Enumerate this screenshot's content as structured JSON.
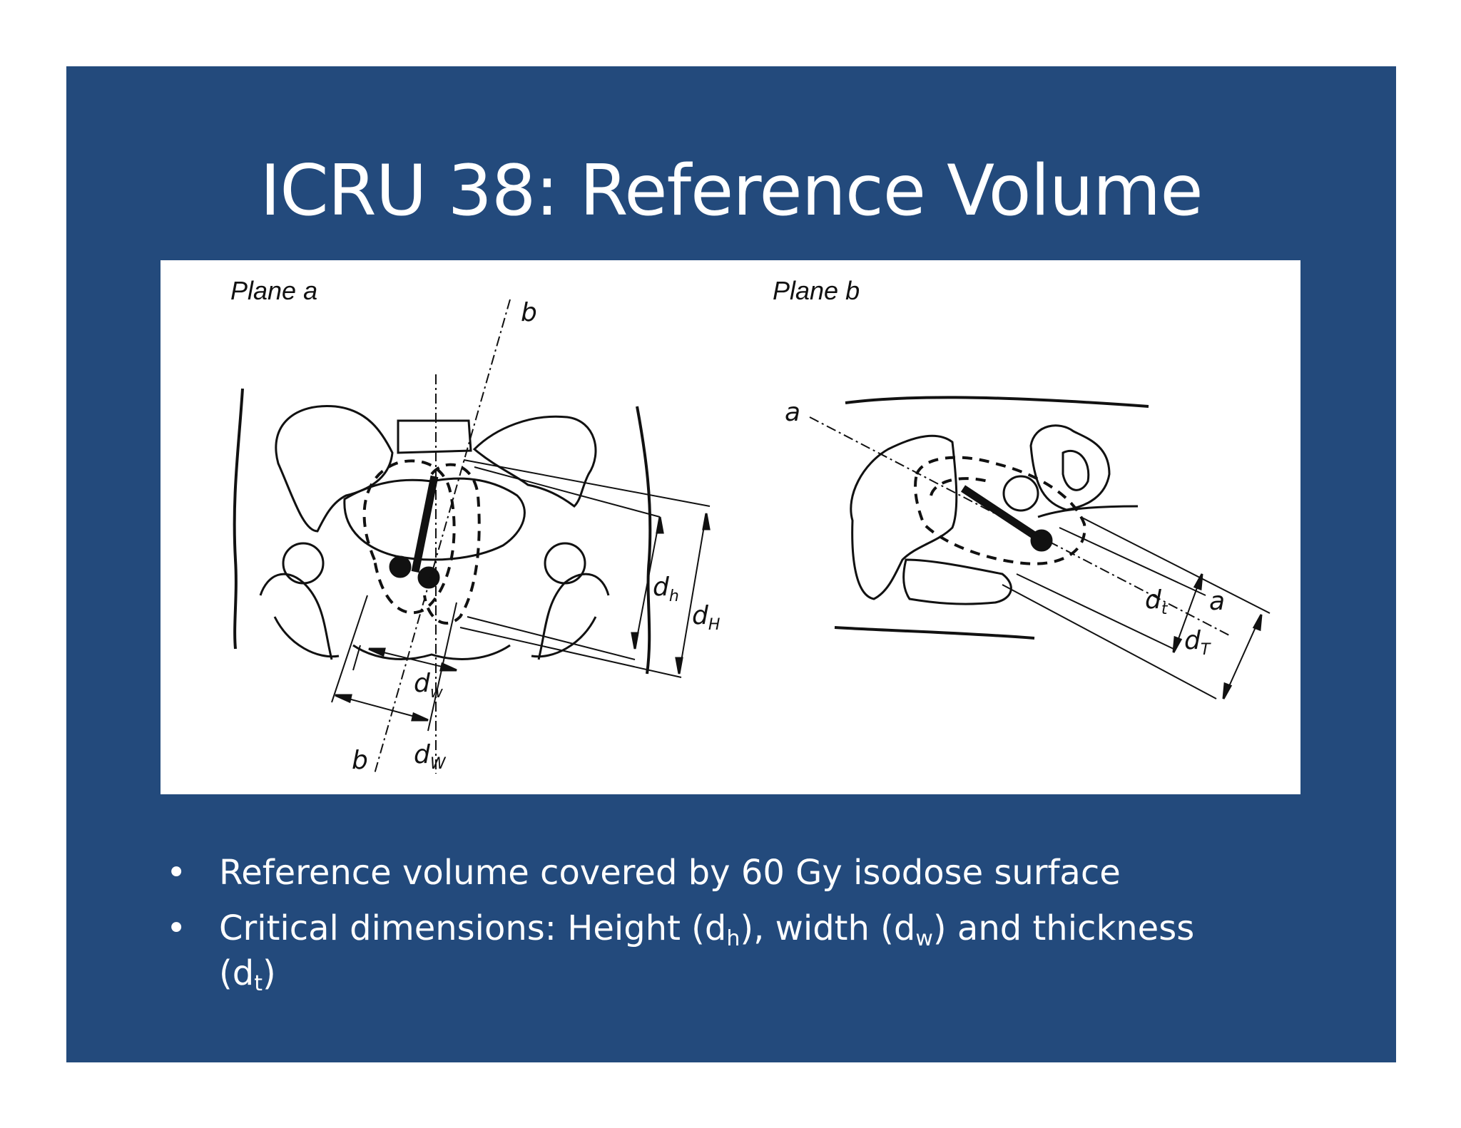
{
  "slide": {
    "title": "ICRU 38: Reference Volume",
    "background_color": "#234a7c"
  },
  "figure": {
    "plane_a": {
      "label": "Plane a",
      "axis_label_top": "b",
      "axis_label_bottom": "b",
      "dim_h": "d",
      "dim_h_sub": "h",
      "dim_H": "d",
      "dim_H_sub": "H",
      "dim_w": "d",
      "dim_w_sub": "w",
      "dim_W": "d",
      "dim_W_sub": "W"
    },
    "plane_b": {
      "label": "Plane b",
      "axis_label_left": "a",
      "axis_label_right": "a",
      "dim_t": "d",
      "dim_t_sub": "t",
      "dim_T": "d",
      "dim_T_sub": "T"
    }
  },
  "bullets": {
    "marker": "•",
    "item1": "Reference volume covered by 60 Gy isodose surface",
    "item2_prefix": "Critical dimensions: Height (d",
    "item2_sub_h": "h",
    "item2_mid1": "), width (d",
    "item2_sub_w": "w",
    "item2_mid2": ") and thickness",
    "item2_line2_prefix": "(d",
    "item2_sub_t": "t",
    "item2_line2_suffix": ")"
  }
}
